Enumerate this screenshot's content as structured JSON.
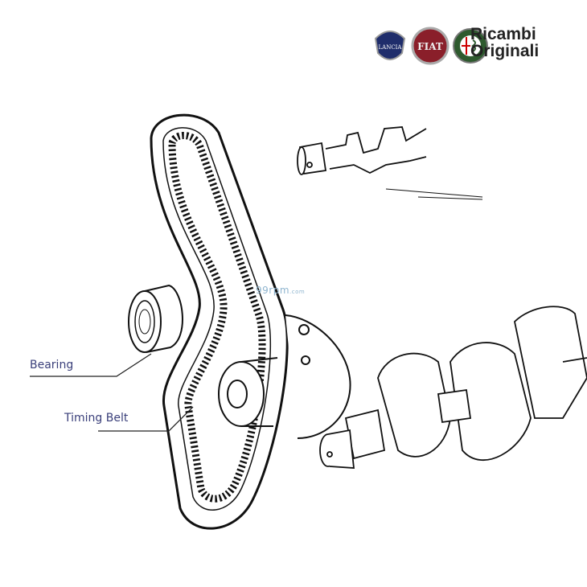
{
  "header": {
    "brand_line1": "Ricambi",
    "brand_line2": "Originali",
    "logos": [
      "LANCIA",
      "FIAT",
      "ALFA ROMEO"
    ]
  },
  "watermark": {
    "main": "99rpm",
    "suffix": ".com"
  },
  "labels": {
    "bearing": "Bearing",
    "timing_belt": "Timing Belt"
  },
  "colors": {
    "label_text": "#3a3f7a",
    "lancia": "#1f2d6b",
    "fiat": "#8a1f2a",
    "alfa": "#2e5a2e"
  }
}
